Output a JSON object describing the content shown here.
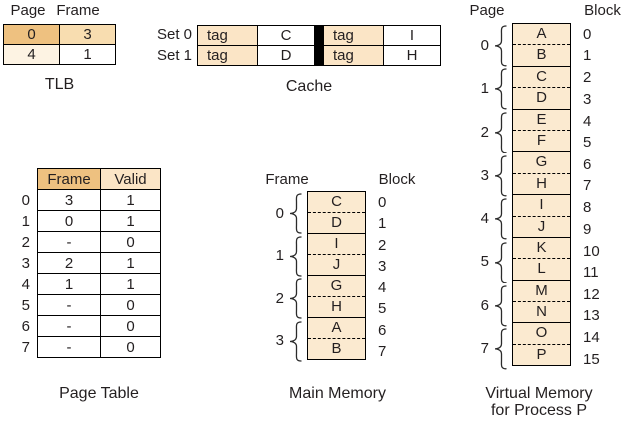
{
  "palette": {
    "dark_orange": "#eec180",
    "peach": "#f8ddb0",
    "cream": "#fdf3e3",
    "tag_peach": "#fbe5c6",
    "mem_cell": "#fbead0",
    "white": "#ffffff",
    "text": "#231f20",
    "border": "#000000"
  },
  "tlb": {
    "col_headers": [
      "Page",
      "Frame"
    ],
    "rows": [
      {
        "page": "0",
        "frame": "3",
        "page_bg": "dark_orange",
        "frame_bg": "peach"
      },
      {
        "page": "4",
        "frame": "1",
        "page_bg": "cream",
        "frame_bg": "white"
      }
    ],
    "label": "TLB"
  },
  "cache": {
    "sets": [
      {
        "label": "Set 0",
        "ways": [
          {
            "tag": "tag",
            "data": "C"
          },
          {
            "tag": "tag",
            "data": "I"
          }
        ]
      },
      {
        "label": "Set 1",
        "ways": [
          {
            "tag": "tag",
            "data": "D"
          },
          {
            "tag": "tag",
            "data": "H"
          }
        ]
      }
    ],
    "label": "Cache"
  },
  "page_table": {
    "col_headers": [
      "Frame",
      "Valid"
    ],
    "rows": [
      {
        "index": "0",
        "frame": "3",
        "valid": "1"
      },
      {
        "index": "1",
        "frame": "0",
        "valid": "1"
      },
      {
        "index": "2",
        "frame": "-",
        "valid": "0"
      },
      {
        "index": "3",
        "frame": "2",
        "valid": "1"
      },
      {
        "index": "4",
        "frame": "1",
        "valid": "1"
      },
      {
        "index": "5",
        "frame": "-",
        "valid": "0"
      },
      {
        "index": "6",
        "frame": "-",
        "valid": "0"
      },
      {
        "index": "7",
        "frame": "-",
        "valid": "0"
      }
    ],
    "label": "Page Table"
  },
  "main_memory": {
    "left_header": "Frame",
    "right_header": "Block",
    "groups": [
      {
        "index": "0",
        "cells": [
          {
            "data": "C",
            "block": "0"
          },
          {
            "data": "D",
            "block": "1"
          }
        ]
      },
      {
        "index": "1",
        "cells": [
          {
            "data": "I",
            "block": "2"
          },
          {
            "data": "J",
            "block": "3"
          }
        ]
      },
      {
        "index": "2",
        "cells": [
          {
            "data": "G",
            "block": "4"
          },
          {
            "data": "H",
            "block": "5"
          }
        ]
      },
      {
        "index": "3",
        "cells": [
          {
            "data": "A",
            "block": "6"
          },
          {
            "data": "B",
            "block": "7"
          }
        ]
      }
    ],
    "label": "Main Memory"
  },
  "virtual_memory": {
    "left_header": "Page",
    "right_header": "Block",
    "groups": [
      {
        "index": "0",
        "cells": [
          {
            "data": "A",
            "block": "0"
          },
          {
            "data": "B",
            "block": "1"
          }
        ]
      },
      {
        "index": "1",
        "cells": [
          {
            "data": "C",
            "block": "2"
          },
          {
            "data": "D",
            "block": "3"
          }
        ]
      },
      {
        "index": "2",
        "cells": [
          {
            "data": "E",
            "block": "4"
          },
          {
            "data": "F",
            "block": "5"
          }
        ]
      },
      {
        "index": "3",
        "cells": [
          {
            "data": "G",
            "block": "6"
          },
          {
            "data": "H",
            "block": "7"
          }
        ]
      },
      {
        "index": "4",
        "cells": [
          {
            "data": "I",
            "block": "8"
          },
          {
            "data": "J",
            "block": "9"
          }
        ]
      },
      {
        "index": "5",
        "cells": [
          {
            "data": "K",
            "block": "10"
          },
          {
            "data": "L",
            "block": "11"
          }
        ]
      },
      {
        "index": "6",
        "cells": [
          {
            "data": "M",
            "block": "12"
          },
          {
            "data": "N",
            "block": "13"
          }
        ]
      },
      {
        "index": "7",
        "cells": [
          {
            "data": "O",
            "block": "14"
          },
          {
            "data": "P",
            "block": "15"
          }
        ]
      }
    ],
    "label_line1": "Virtual Memory",
    "label_line2": "for Process P"
  }
}
